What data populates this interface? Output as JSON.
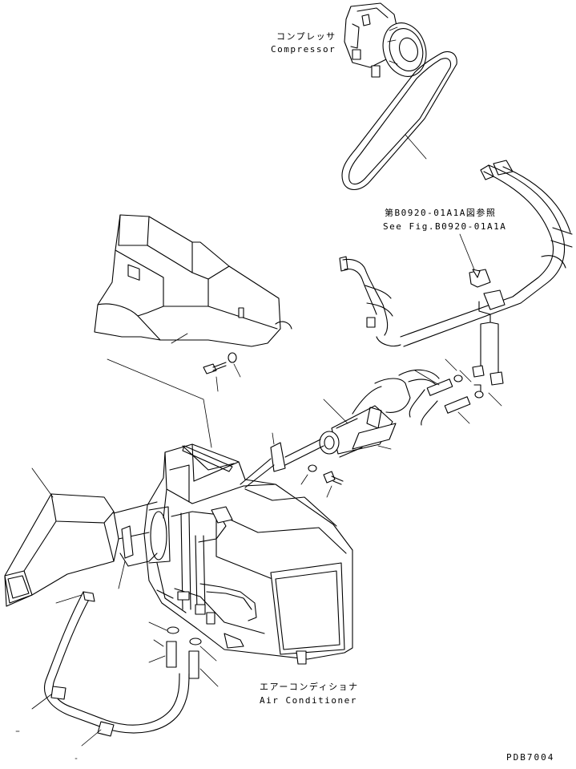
{
  "labels": {
    "compressor_jp": "コンプレッサ",
    "compressor_en": "Compressor",
    "ref_jp": "第B0920-01A1A図参照",
    "ref_en": "See Fig.B0920-01A1A",
    "aircon_jp": "エアーコンディショナ",
    "aircon_en": "Air Conditioner",
    "drawing_no": "PDB7004"
  }
}
